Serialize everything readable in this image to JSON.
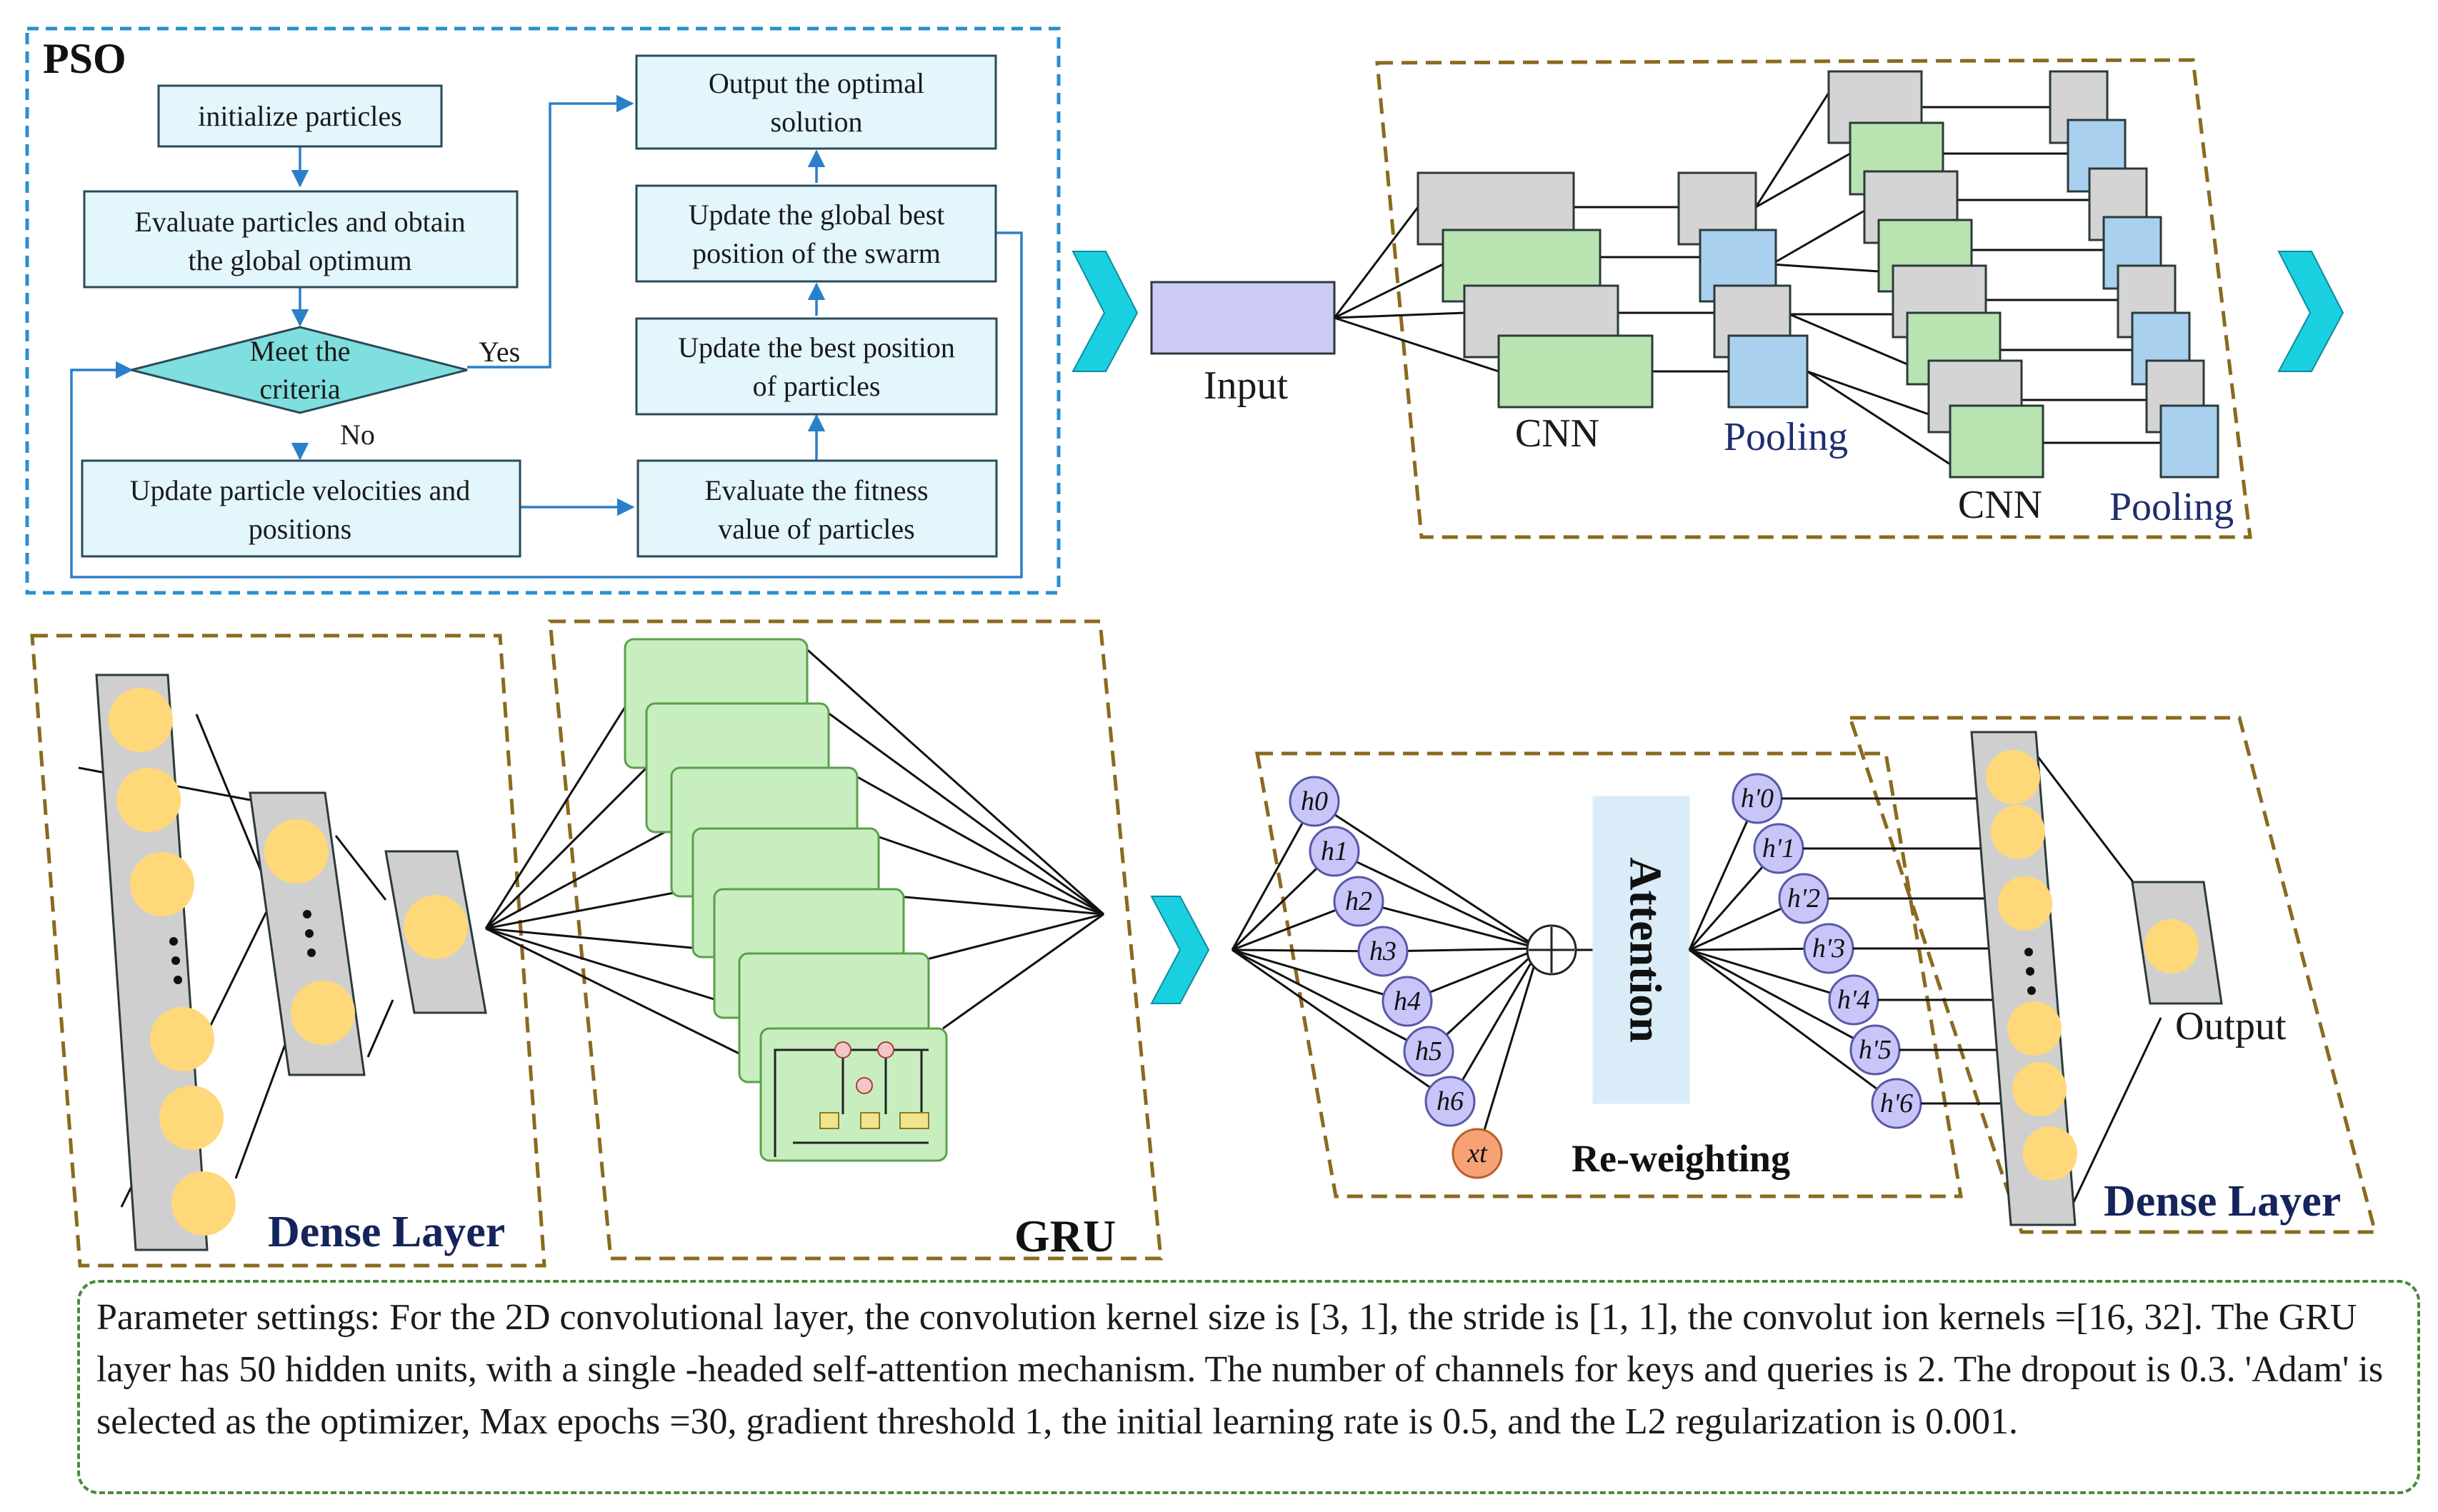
{
  "pso": {
    "title": "PSO",
    "init": "initialize particles",
    "evaluate_1": "Evaluate particles and obtain",
    "evaluate_2": "the global optimum",
    "meet_1": "Meet the",
    "meet_2": "criteria",
    "yes": "Yes",
    "no": "No",
    "update_vel_1": "Update particle velocities and",
    "update_vel_2": "positions",
    "eval_fit_1": "Evaluate the fitness",
    "eval_fit_2": "value of particles",
    "update_best_1": "Update the best position",
    "update_best_2": "of particles",
    "update_global_1": "Update the global best",
    "update_global_2": "position of the swarm",
    "output_1": "Output the optimal",
    "output_2": "solution"
  },
  "cnn_block": {
    "input": "Input",
    "cnn_1": "CNN",
    "pooling_1": "Pooling",
    "cnn_2": "CNN",
    "pooling_2": "Pooling"
  },
  "dense_left": {
    "label": "Dense Layer"
  },
  "gru": {
    "label": "GRU"
  },
  "attention_block": {
    "attention": "Attention",
    "reweighting": "Re-weighting",
    "hidden": [
      "h0",
      "h1",
      "h2",
      "h3",
      "h4",
      "h5",
      "h6"
    ],
    "hidden_prime": [
      "h'0",
      "h'1",
      "h'2",
      "h'3",
      "h'4",
      "h'5",
      "h'6"
    ],
    "xt": "xt"
  },
  "dense_right": {
    "label": "Dense Layer",
    "output": "Output"
  },
  "params": {
    "text": "Parameter settings: For the 2D convolutional layer, the convolution kernel size is [3, 1], the stride is [1, 1], the convolut ion kernels =[16, 32]. The GRU layer has 50 hidden units, with a single -headed self-attention mechanism. The number of channels for keys and queries is 2. The dropout is 0.3. 'Adam' is selected as the optimizer, Max epochs =30, gradient threshold 1, the initial learning rate is 0.5, and the L2 regularization is 0.001."
  },
  "colors": {
    "pso_border": "#2a8fd0",
    "flow_box": "#e2f6fb",
    "diamond": "#7fdede",
    "panel_border": "#8a6a1e",
    "cnn_gray": "#d4d4d4",
    "cnn_green": "#b9e3b0",
    "pool_blue": "#a9d0ee",
    "input_purple": "#cccbf7",
    "node_yellow": "#ffd87a",
    "hidden_node": "#c8c6f8",
    "xt_node": "#f6a176",
    "attention_fill": "#d9ecf7",
    "arrow_cyan": "#1ad0e0"
  }
}
